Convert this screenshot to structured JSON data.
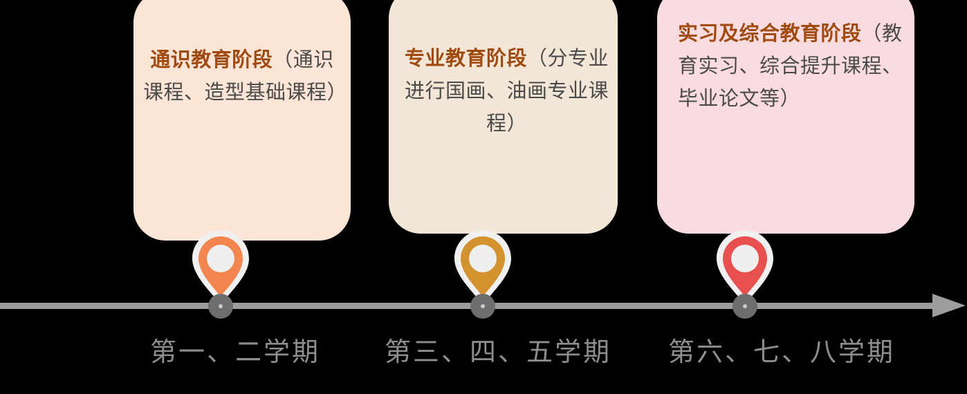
{
  "diagram": {
    "type": "timeline",
    "background_color": "#000000",
    "axis": {
      "line_color": "#9D9D9D",
      "arrow_direction": "right",
      "node_color": "#6E6E6E"
    },
    "phases": [
      {
        "id": "general-education",
        "title": "通识教育阶段",
        "detail": "（通识课程、造型基础课程）",
        "full_text": "通识教育阶段（通识课程、造型基础课程）",
        "card_color": "#FCE4D6",
        "pin_color": "#F5854E",
        "period_label": "第一、二学期"
      },
      {
        "id": "professional-education",
        "title": "专业教育阶段",
        "detail": "（分专业进行国画、油画专业课程）",
        "full_text": "专业教育阶段（分专业进行国画、油画专业课程）",
        "card_color": "#F3E6D6",
        "pin_color": "#D4922F",
        "period_label": "第三、四、五学期"
      },
      {
        "id": "internship-comprehensive",
        "title": "实习及综合教育阶段",
        "detail": "（教育实习、综合提升课程、毕业论文等）",
        "full_text": "实习及综合教育阶段（教育实习、综合提升课程、毕业论文等）",
        "card_color": "#FADCE0",
        "pin_color": "#E8504F",
        "period_label": "第六、七、八学期"
      }
    ]
  },
  "colors": {
    "heading_text": "#A14A10",
    "body_text": "#4A4A4A",
    "label_text": "#8E8E8E",
    "pin_ring": "#F0F0F0"
  }
}
